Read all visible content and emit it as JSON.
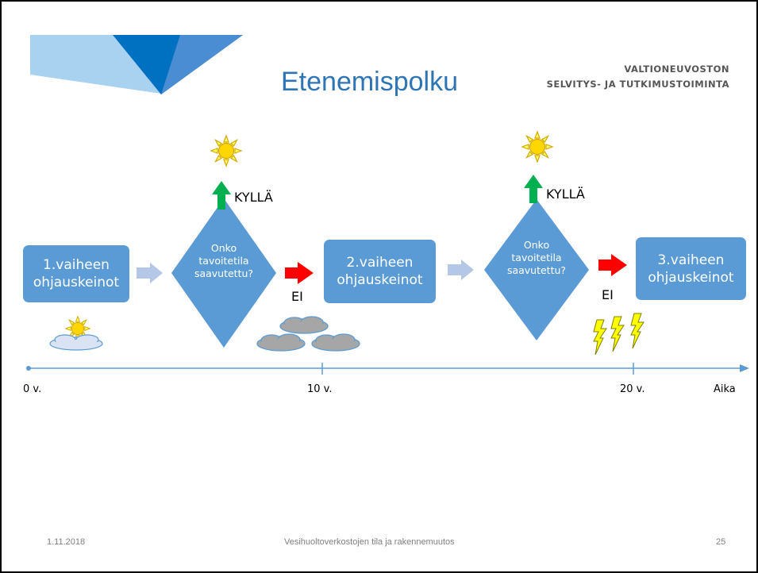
{
  "header": {
    "title": "Etenemispolku",
    "org_line1": "VALTIONEUVOSTON",
    "org_line2": "SELVITYS- JA TUTKIMUSTOIMINTA"
  },
  "steps": [
    {
      "line1": "1.vaiheen",
      "line2": "ohjauskeinot"
    },
    {
      "line1": "2.vaiheen",
      "line2": "ohjauskeinot"
    },
    {
      "line1": "3.vaiheen",
      "line2": "ohjauskeinot"
    }
  ],
  "decisions": [
    {
      "line1": "Onko",
      "line2": "tavoitetila",
      "line3": "saavutettu?",
      "yes": "KYLLÄ",
      "no": "EI"
    },
    {
      "line1": "Onko",
      "line2": "tavoitetila",
      "line3": "saavutettu?",
      "yes": "KYLLÄ",
      "no": "EI"
    }
  ],
  "timeline": {
    "ticks": [
      "0 v.",
      "10 v.",
      "20 v."
    ],
    "axis_label": "Aika"
  },
  "footer": {
    "date": "1.11.2018",
    "subject": "Vesihuoltoverkostojen tila ja rakennemuutos",
    "page": "25"
  },
  "icons": {
    "sun": "sun-icon",
    "partly_cloudy": "partly-cloudy-icon",
    "clouds": "cloud-icon",
    "lightning": "lightning-icon"
  },
  "colors": {
    "box": "#5b9bd5",
    "yes_arrow": "#00b050",
    "no_arrow": "#ff0000",
    "flow_arrow": "#b4c7e7",
    "title": "#2e75b6"
  }
}
